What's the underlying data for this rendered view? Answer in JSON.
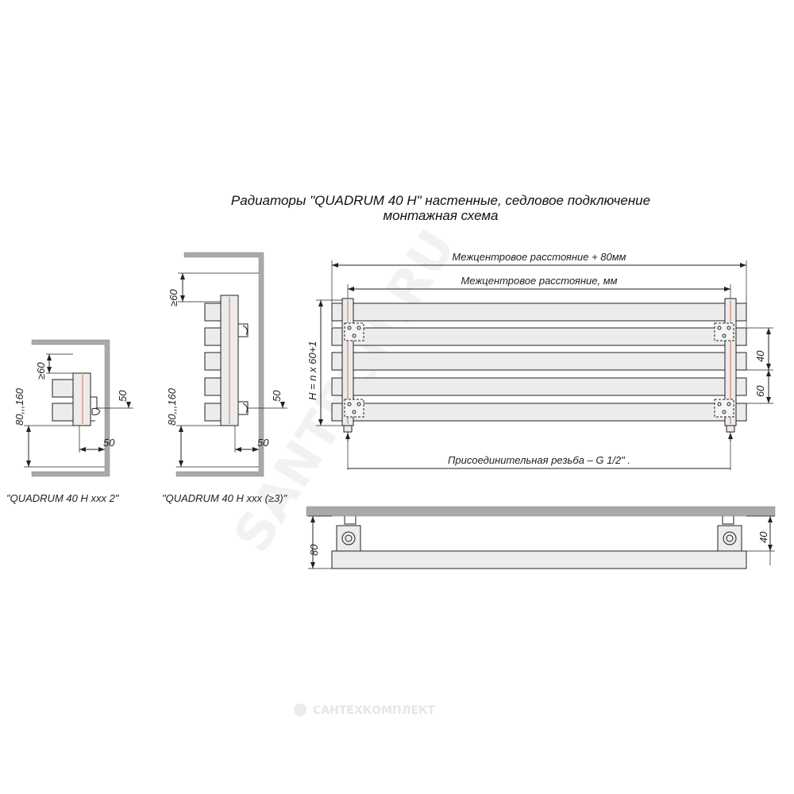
{
  "title_line1": "Радиаторы \"QUADRUM 40 H\" настенные, седловое подключение",
  "title_line2": "монтажная схема",
  "view_small": {
    "dim_top": "≥60",
    "dim_height": "80,,,160",
    "dim_right": "50",
    "dim_bottom": "50",
    "caption": "\"QUADRUM 40 H xxx 2\""
  },
  "view_medium": {
    "dim_top": "≥60",
    "dim_height": "80,,,160",
    "dim_right": "50",
    "dim_bottom": "50",
    "caption": "\"QUADRUM 40 H xxx (≥3)\""
  },
  "front_view": {
    "dim_total_width": "Межцентровое расстояние + 80мм",
    "dim_center_distance": "Межцентровое расстояние, мм",
    "dim_height": "H = n x 60+1",
    "dim_right_top": "40",
    "dim_right_bottom": "60",
    "thread_label": "Присоединительная резьба – G 1/2\" ."
  },
  "top_view": {
    "dim_left": "80",
    "dim_right": "40"
  },
  "watermark_diagonal": "SANTECH.RU",
  "watermark_logo_text": "САНТЕХКОМПЛЕКТ",
  "colors": {
    "line": "#222222",
    "tube_fill": "#ececec",
    "wall_fill": "#a9a9a9",
    "accent": "#c8531f"
  }
}
